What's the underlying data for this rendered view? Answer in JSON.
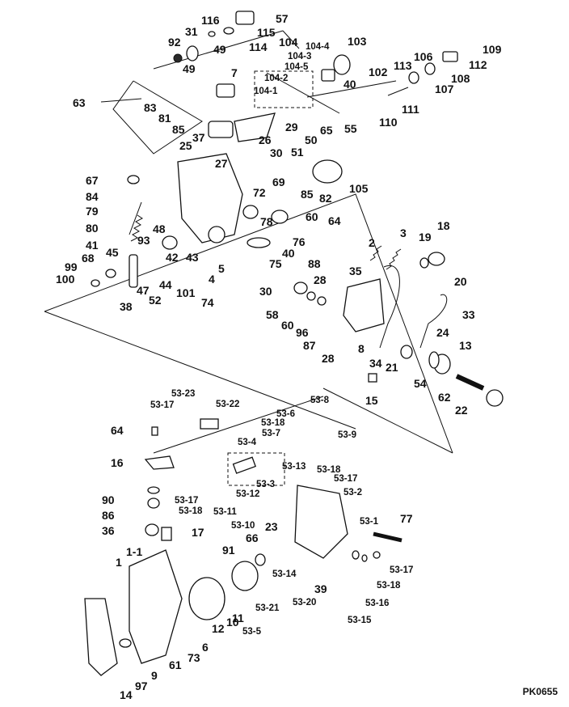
{
  "diagram": {
    "drawing_code": "PK0655",
    "labels": [
      "57",
      "116",
      "115",
      "114",
      "31",
      "92",
      "49",
      "49",
      "104",
      "104-4",
      "104-3",
      "104-5",
      "104-2",
      "104-1",
      "103",
      "102",
      "40",
      "109",
      "106",
      "113",
      "112",
      "108",
      "107",
      "111",
      "110",
      "7",
      "63",
      "83",
      "81",
      "85",
      "37",
      "25",
      "26",
      "27",
      "29",
      "65",
      "55",
      "30",
      "69",
      "51",
      "50",
      "105",
      "67",
      "84",
      "79",
      "80",
      "41",
      "45",
      "93",
      "48",
      "42",
      "43",
      "4",
      "5",
      "74",
      "101",
      "44",
      "47",
      "52",
      "38",
      "99",
      "68",
      "100",
      "78",
      "60",
      "72",
      "85",
      "82",
      "76",
      "40",
      "75",
      "64",
      "88",
      "30",
      "58",
      "60",
      "96",
      "87",
      "28",
      "28",
      "35",
      "2",
      "3",
      "19",
      "18",
      "20",
      "33",
      "8",
      "34",
      "21",
      "24",
      "13",
      "54",
      "62",
      "22",
      "15",
      "53-8",
      "53-23",
      "53-17",
      "53-22",
      "53-6",
      "53-18",
      "53-7",
      "53-9",
      "53-4",
      "53-13",
      "53-18",
      "53-17",
      "53-3",
      "53-12",
      "53-17",
      "53-18",
      "53-11",
      "53-10",
      "53-2",
      "53-1",
      "77",
      "23",
      "66",
      "64",
      "16",
      "90",
      "86",
      "36",
      "17",
      "1",
      "1-1",
      "91",
      "53-14",
      "39",
      "53-20",
      "53-17",
      "53-18",
      "53-16",
      "53-15",
      "12",
      "10",
      "11",
      "53-5",
      "53-21",
      "6",
      "73",
      "61",
      "9",
      "97",
      "14"
    ]
  }
}
